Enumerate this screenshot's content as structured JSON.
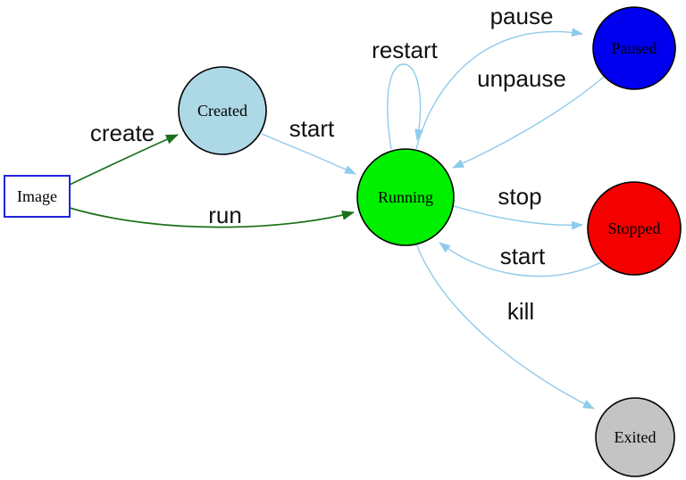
{
  "diagram": {
    "type": "state-machine",
    "subject": "container lifecycle states",
    "background": "#FFFFFF",
    "colors": {
      "action_edge": "#8FCBEA",
      "lifecycle_edge": "#1B701B",
      "node_border": "#000000",
      "image_box_border": "#2222DD",
      "label_text": "#111111"
    },
    "nodes": [
      {
        "id": "image",
        "label": "Image",
        "shape": "box",
        "fill": "#FFFFFF"
      },
      {
        "id": "created",
        "label": "Created",
        "shape": "circle",
        "fill": "#ADD8E6"
      },
      {
        "id": "running",
        "label": "Running",
        "shape": "circle",
        "fill": "#00F000"
      },
      {
        "id": "paused",
        "label": "Paused",
        "shape": "circle",
        "fill": "#0000EE"
      },
      {
        "id": "stopped",
        "label": "Stopped",
        "shape": "circle",
        "fill": "#F40000"
      },
      {
        "id": "exited",
        "label": "Exited",
        "shape": "circle",
        "fill": "#C4C4C4"
      }
    ],
    "edges": [
      {
        "from": "Image",
        "to": "Created",
        "label": "create",
        "color": "#1B701B"
      },
      {
        "from": "Image",
        "to": "Running",
        "label": "run",
        "color": "#1B701B"
      },
      {
        "from": "Created",
        "to": "Running",
        "label": "start",
        "color": "#8FCBEA"
      },
      {
        "from": "Running",
        "to": "Running",
        "label": "restart",
        "color": "#8FCBEA"
      },
      {
        "from": "Running",
        "to": "Paused",
        "label": "pause",
        "color": "#8FCBEA"
      },
      {
        "from": "Paused",
        "to": "Running",
        "label": "unpause",
        "color": "#8FCBEA"
      },
      {
        "from": "Running",
        "to": "Stopped",
        "label": "stop",
        "color": "#8FCBEA"
      },
      {
        "from": "Stopped",
        "to": "Running",
        "label": "start",
        "color": "#8FCBEA"
      },
      {
        "from": "Running",
        "to": "Exited",
        "label": "kill",
        "color": "#8FCBEA"
      }
    ]
  }
}
